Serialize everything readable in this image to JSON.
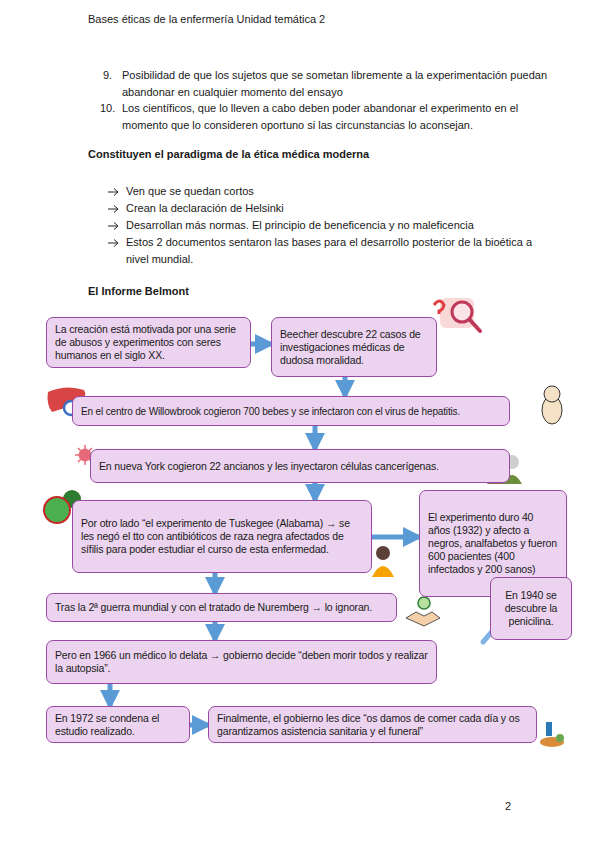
{
  "diagram": {
    "title": "El Informe Belmont",
    "nodes": [
      {
        "text": [
          "La creación está motivada por una serie de abusos y experimentos con seres humanos en el siglo XX."
        ]
      },
      {
        "text": [
          "Beecher descubre 22 casos de investigaciones médicas de dudosa moralidad."
        ]
      },
      {
        "text": [
          "En el centro de Willowbrook cogieron 700 bebes y se infectaron con el virus de hepatitis."
        ]
      },
      {
        "text": [
          "En nueva York cogieron 22 ancianos y les inyectaron células cancerígenas."
        ]
      },
      {
        "text": [
          "Por otro lado “el experimento de Tuskegee (Alabama) → se les negó el tto con antibióticos de raza negra afectados de sífilis para poder estudiar el curso de esta enfermedad."
        ]
      },
      {
        "text": [
          "El experimento duro 40 años (1932) y afecto a negros, analfabetos y fueron 600 pacientes (400 infectados y 200 sanos)"
        ]
      },
      {
        "text": [
          "En 1940 se descubre la penicilina."
        ]
      },
      {
        "text": [
          "Tras la 2ª guerra mundial y con el tratado de Nuremberg → lo ignoran."
        ]
      },
      {
        "text": [
          "Pero en 1966 un médico lo delata → gobierno decide “deben morir todos y realizar la autopsia”."
        ]
      },
      {
        "text": [
          "En 1972 se condena el estudio realizado."
        ]
      },
      {
        "text": [
          "Finalmente, el gobierno les dice “os damos de comer cada día y os garantizamos asistencia sanitaria y el funeral”"
        ]
      }
    ],
    "edges": [
      {
        "from": 0,
        "to": 1,
        "arrow": "to"
      },
      {
        "from": 1,
        "to": 2,
        "arrow": "to"
      },
      {
        "from": 2,
        "to": 3,
        "arrow": "to"
      },
      {
        "from": 3,
        "to": 4,
        "arrow": "to"
      },
      {
        "from": 4,
        "to": 5,
        "arrow": "to"
      },
      {
        "from": 4,
        "to": 7,
        "arrow": "to"
      },
      {
        "from": 7,
        "to": 8,
        "arrow": "to"
      },
      {
        "from": 8,
        "to": 9,
        "arrow": "to"
      },
      {
        "from": 9,
        "to": 10,
        "arrow": "to"
      }
    ],
    "labels": [
      "Bases éticas de la enfermería Unidad temática 2",
      "9.",
      "Posibilidad de que los sujetos que se sometan libremente a la experimentación puedan abandonar en cualquier momento del ensayo",
      "10.",
      "Los científicos, que lo lleven a cabo deben poder abandonar el experimento en el momento que lo consideren oportuno si las circunstancias lo aconsejan.",
      "Constituyen el paradigma de la ética médica moderna",
      "Ven que se quedan cortos",
      "Crean la declaración de Helsinki",
      "Desarrollan más normas. El principio de beneficencia y no maleficencia",
      "Estos 2 documentos sentaron las bases para el desarrollo posterior de la bioética a nivel mundial.",
      "2"
    ]
  }
}
